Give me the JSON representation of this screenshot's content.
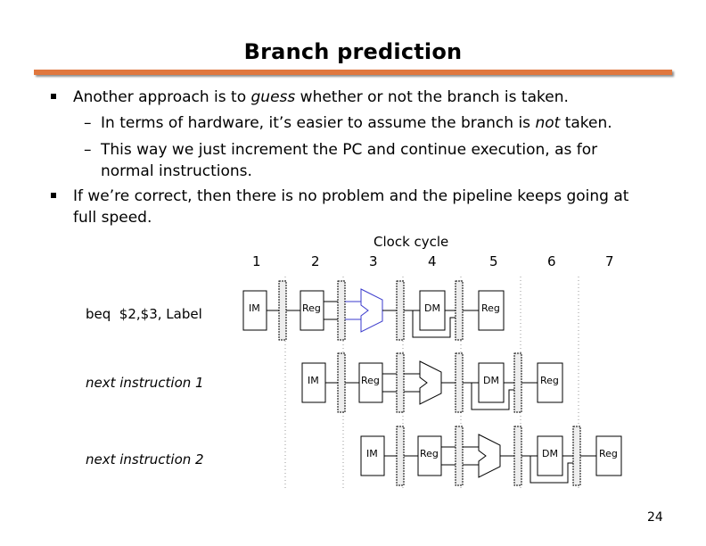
{
  "title": "Branch prediction",
  "bullets": {
    "b1": {
      "pre": "Another approach is to ",
      "em": "guess",
      "post": " whether or not the branch is taken."
    },
    "s1": {
      "pre": "In terms of hardware, it’s easier to assume the branch is ",
      "em": "not",
      "post": " taken."
    },
    "s2_line1": "This way we just increment the PC and continue execution, as for",
    "s2_line2": "normal instructions.",
    "b2_line1": "If we’re correct, then there is no problem and the pipeline keeps going at",
    "b2_line2": "full speed."
  },
  "sub_marker": "–",
  "diagram": {
    "axis_label": "Clock cycle",
    "cycles": [
      "1",
      "2",
      "3",
      "4",
      "5",
      "6",
      "7"
    ],
    "instructions": [
      {
        "label": "beq  $2,$3, Label",
        "italic": false,
        "alu_highlight": true,
        "stages": [
          "IM",
          "Reg",
          "DM",
          "Reg"
        ]
      },
      {
        "label": "next instruction 1",
        "italic": true,
        "alu_highlight": false,
        "stages": [
          "IM",
          "Reg",
          "DM",
          "Reg"
        ]
      },
      {
        "label": "next instruction 2",
        "italic": true,
        "alu_highlight": false,
        "stages": [
          "IM",
          "Reg",
          "DM",
          "Reg"
        ]
      }
    ],
    "colors": {
      "alu_highlight": "#3a3acc",
      "normal": "#000000"
    }
  },
  "page_number": "24",
  "colors": {
    "rule": "#e0773e"
  }
}
